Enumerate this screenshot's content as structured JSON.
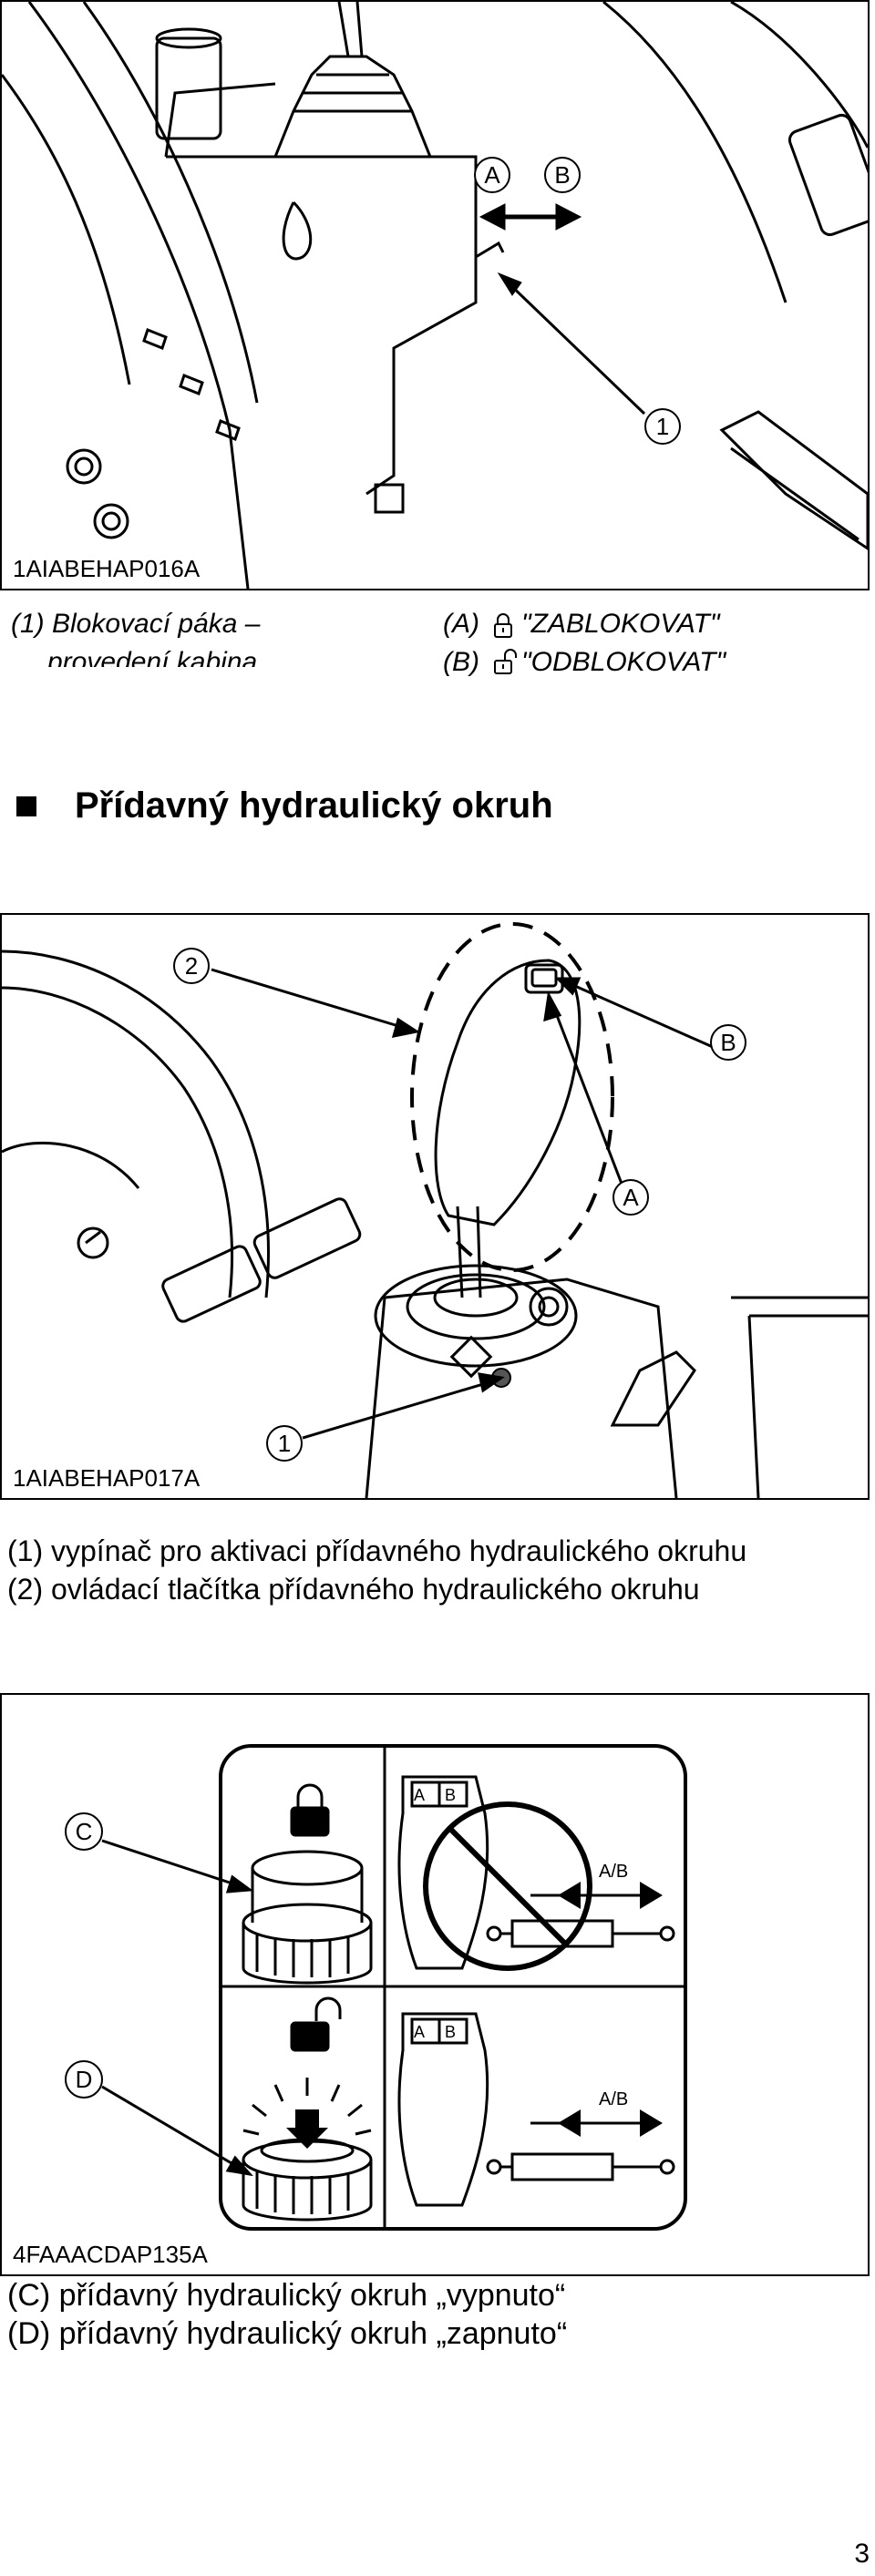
{
  "figure1": {
    "code": "1AIABEHAP016A",
    "callouts": {
      "c1": "1",
      "a": "A",
      "b": "B"
    }
  },
  "figure1_caption": {
    "left_line1": "(1) Blokovací páka –",
    "left_line2": "provedení kabina",
    "right_a_label": "(A)",
    "right_a_text": "\"ZABLOKOVAT\"",
    "right_b_label": "(B)",
    "right_b_text": "\"ODBLOKOVAT\""
  },
  "section": {
    "heading": "Přídavný hydraulický okruh"
  },
  "figure2": {
    "code": "1AIABEHAP017A",
    "callouts": {
      "c1": "1",
      "c2": "2",
      "a": "A",
      "b": "B"
    }
  },
  "figure2_caption": {
    "line1": "(1) vypínač pro aktivaci přídavného hydraulického okruhu",
    "line2": "(2) ovládací tlačítka přídavného hydraulického okruhu"
  },
  "figure3": {
    "code": "4FAAACDAP135A",
    "callouts": {
      "c": "C",
      "d": "D"
    },
    "labels": {
      "ab_top": "A/B",
      "ab_bottom": "A/B",
      "knob_a": "A",
      "knob_b": "B"
    }
  },
  "figure3_caption": {
    "line1": "(C) přídavný hydraulický okruh „vypnuto“",
    "line2": "(D) přídavný hydraulický okruh „zapnuto“"
  },
  "page": {
    "number": "3"
  }
}
